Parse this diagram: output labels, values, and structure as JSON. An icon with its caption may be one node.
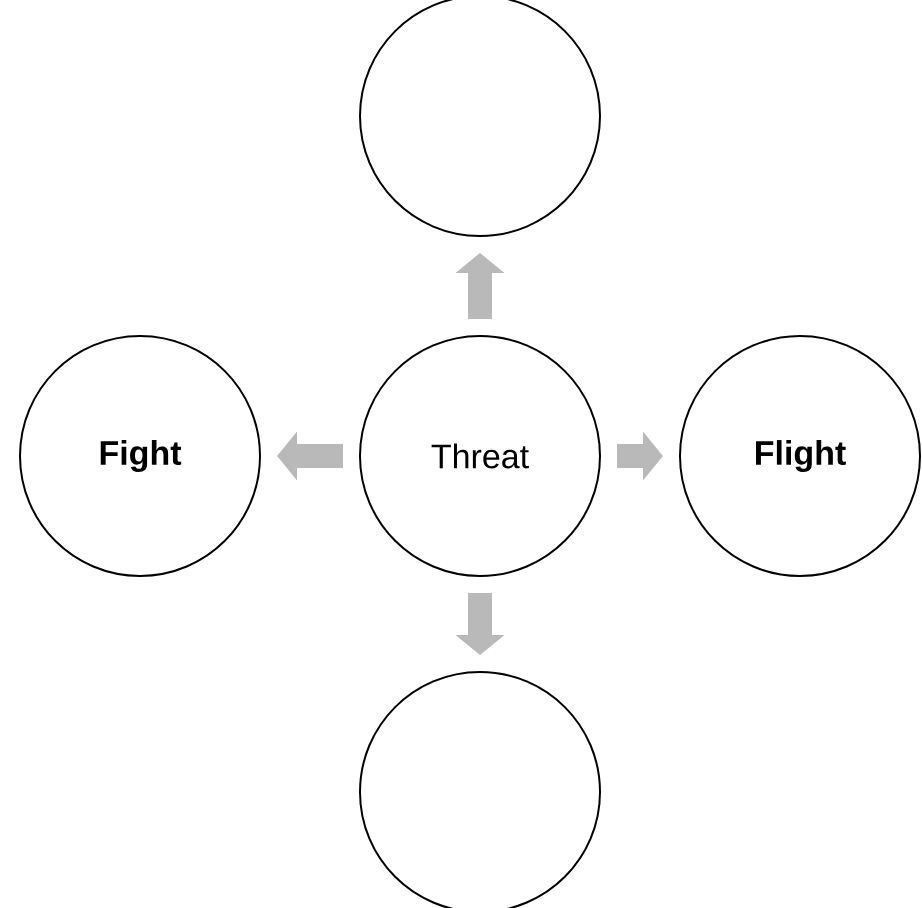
{
  "diagram": {
    "nodes": [
      {
        "text": [],
        "shape": "circle"
      },
      {
        "text": [
          "Fight"
        ]
      },
      {
        "text": [
          "Threat"
        ]
      },
      {
        "text": [
          "Flight"
        ]
      },
      {
        "text": [],
        "shape": "circle"
      }
    ],
    "edges": [
      {
        "from": 2,
        "to": 0,
        "arrow": "to"
      },
      {
        "from": 2,
        "to": 1,
        "arrow": "to"
      },
      {
        "from": 2,
        "to": 3,
        "arrow": "to"
      },
      {
        "from": 2,
        "to": 4,
        "arrow": "to"
      }
    ]
  }
}
